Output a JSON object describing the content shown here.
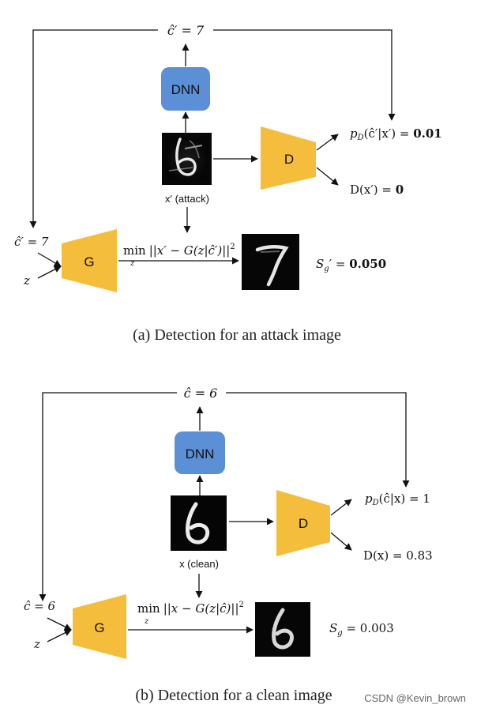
{
  "colors": {
    "dnn_fill": "#5b8fd6",
    "gd_fill": "#f5bd3c",
    "line": "#111111"
  },
  "panel_a": {
    "top_label": "ĉ′ = 7",
    "dnn_label": "DNN",
    "d_label": "D",
    "g_label": "G",
    "input_label": "x′ (attack)",
    "pd_label": "p_D(ĉ′|x′) = 0.01",
    "pd_main": "p",
    "pd_sub": "D",
    "pd_rest": "(ĉ′|x′) = ",
    "pd_value": "0.01",
    "d_out_text": "D(x′) = ",
    "d_out_value": "0",
    "left_label": "ĉ′ = 7",
    "z_label": "z",
    "min_text": "min ||x′ − G(z|ĉ′)||",
    "min_word": "min",
    "min_sub": "z",
    "min_rest": "||x′ − G(z|ĉ′)||",
    "min_sup": "2",
    "score_main": "S",
    "score_sub": "g",
    "score_rest": "′ = ",
    "score_value": "0.050",
    "caption": "(a) Detection for an attack image"
  },
  "panel_b": {
    "top_label": "ĉ = 6",
    "dnn_label": "DNN",
    "d_label": "D",
    "g_label": "G",
    "input_label": "x (clean)",
    "pd_main": "p",
    "pd_sub": "D",
    "pd_rest": "(ĉ|x) = 1",
    "d_out_text": "D(x) = 0.83",
    "left_label": "ĉ = 6",
    "z_label": "z",
    "min_word": "min",
    "min_sub": "z",
    "min_rest": "||x − G(z|ĉ)||",
    "min_sup": "2",
    "score_main": "S",
    "score_sub": "g",
    "score_rest": " = 0.003",
    "caption": "(b) Detection for a clean image"
  },
  "watermark": "CSDN @Kevin_brown"
}
